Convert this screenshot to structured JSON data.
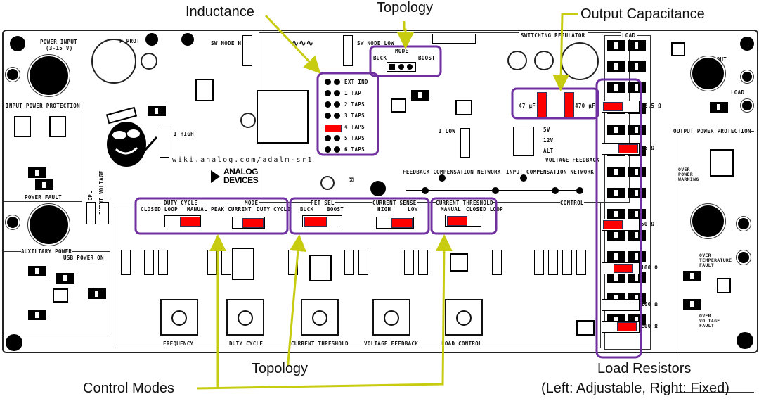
{
  "callouts": {
    "inductance": "Inductance",
    "topology_top": "Topology",
    "output_capacitance": "Output Capacitance",
    "topology_bottom": "Topology",
    "control_modes": "Control Modes",
    "load_resistors": "Load Resistors",
    "load_resistors_note": "(Left: Adjustable, Right: Fixed)"
  },
  "colors": {
    "annotation_box": "#7030a0",
    "arrow": "#c8cc10",
    "jumper": "#ff0000"
  },
  "board": {
    "power_input": "POWER INPUT",
    "power_input_range": "(3-15 V)",
    "input_power_protection": "INPUT POWER PROTECTION",
    "power_fault": "POWER FAULT",
    "auxiliary_power": "AUXILIARY POWER",
    "usb_power_on": "USB POWER ON",
    "p_prot": "P_PROT",
    "sw_node_high": "SW NODE HIGH",
    "sw_node_low": "SW NODE LOW",
    "i_high": "I HIGH",
    "i_low": "I LOW",
    "url": "wiki.analog.com/adalm-sr1",
    "brand_line1": "ANALOG",
    "brand_line2": "DEVICES",
    "switching_regulator": "SWITCHING REGULATOR",
    "mode": "MODE",
    "buck": "BUCK",
    "boost": "BOOST",
    "inductor_taps": [
      "EXT IND",
      "1 TAP",
      "2 TAPS",
      "3 TAPS",
      "4 TAPS",
      "5 TAPS",
      "6 TAPS"
    ],
    "inductor_selected": "4 TAPS",
    "cap_left": "47 µF",
    "cap_right": "470 µF",
    "voltage_feedback_options": [
      "5V",
      "12V",
      "ALT"
    ],
    "voltage_feedback": "VOLTAGE FEEDBACK",
    "feedback_comp": "FEEDBACK COMPENSATION NETWORK",
    "input_comp": "INPUT COMPENSATION NETWORK",
    "control": "CONTROL",
    "load": "LOAD",
    "v_out": "V OUT",
    "load_led": "LOAD",
    "output_power_protection": "OUTPUT POWER PROTECTION",
    "over_power_warning": "OVER POWER WARNING",
    "over_temperature_fault": "OVER TEMPERATURE FAULT",
    "over_voltage_fault": "OVER VOLTAGE FAULT",
    "load_resistors": [
      "12.5 Ω",
      "25 Ω",
      "50 Ω",
      "100 Ω",
      "200 Ω",
      "200 Ω"
    ],
    "ac_cpl": "AC CPL",
    "input_voltage": "INPUT VOLTAGE",
    "duty_cycle_hdr": "DUTY CYCLE",
    "closed_loop": "CLOSED LOOP",
    "manual": "MANUAL",
    "mode_hdr": "MODE",
    "peak_current": "PEAK CURRENT",
    "duty_cycle_opt": "DUTY CYCLE",
    "fet_sel": "FET SEL",
    "current_sense": "CURRENT SENSE",
    "high": "HIGH",
    "low": "LOW",
    "current_threshold_hdr": "CURRENT THRESHOLD",
    "manual2": "MANUAL",
    "closed_loop2": "CLOSED LOOP",
    "pots": [
      "FREQUENCY",
      "DUTY CYCLE",
      "CURRENT THRESHOLD",
      "VOLTAGE FEEDBACK",
      "LOAD CONTROL"
    ]
  }
}
